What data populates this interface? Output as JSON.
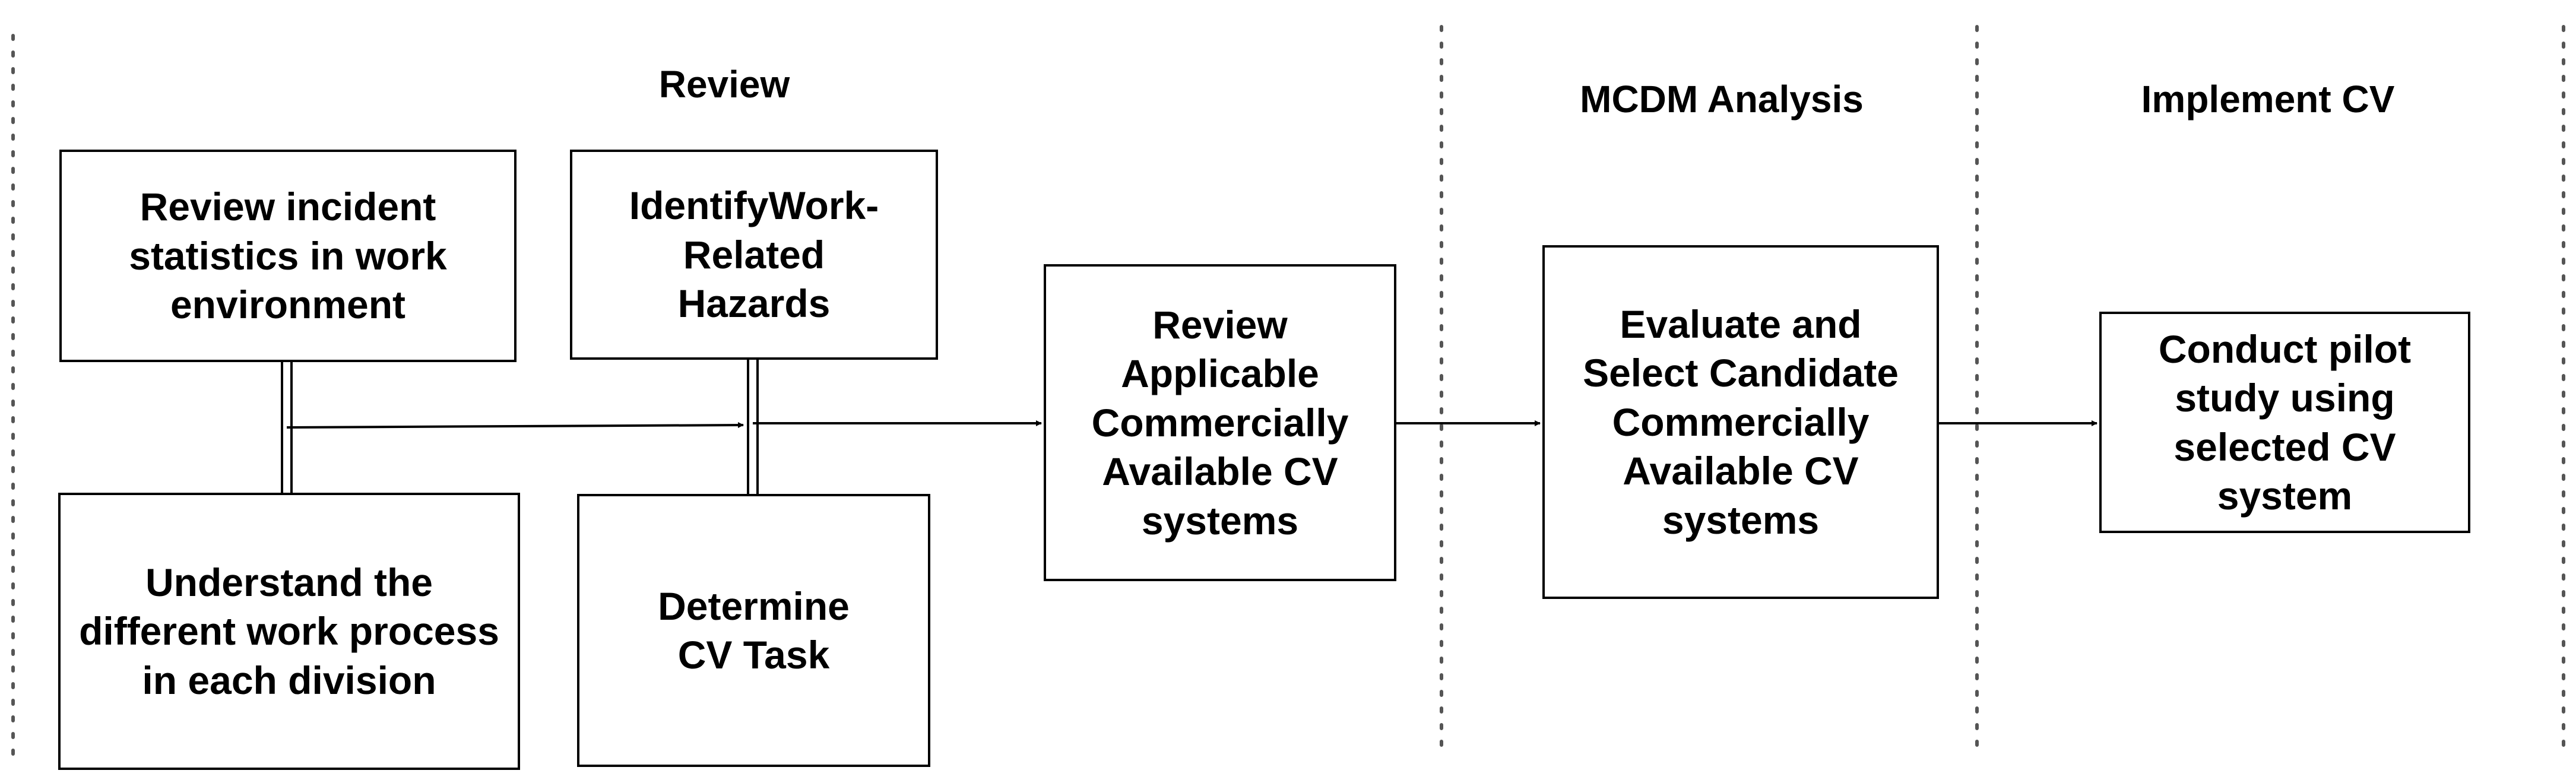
{
  "colors": {
    "stroke": "#000000",
    "background": "#ffffff",
    "divider": "#555555"
  },
  "phases": {
    "review": "Review",
    "mcdm": "MCDM Analysis",
    "implement": "Implement CV"
  },
  "boxes": {
    "review_incident": "Review incident statistics in work environment",
    "understand_process": "Understand the different work process in each division",
    "identify_hazards": "IdentifyWork-Related Hazards",
    "determine_task": "Determine CV Task",
    "review_applicable": "Review Applicable Commercially Available CV systems",
    "evaluate_select": "Evaluate and Select Candidate Commercially Available CV systems",
    "pilot_study": "Conduct pilot study using selected CV system"
  }
}
